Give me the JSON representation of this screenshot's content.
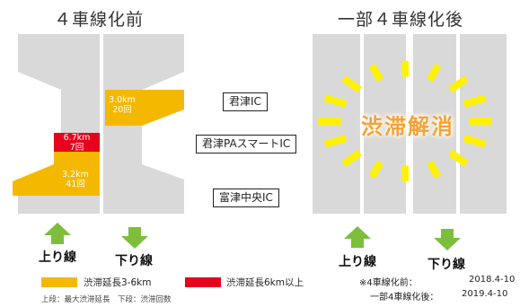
{
  "titles": {
    "before": "４車線化前",
    "after": "一部４車線化後"
  },
  "interchanges": {
    "ic1": "君津IC",
    "ic2": "君津PAスマートIC",
    "ic3": "富津中央IC"
  },
  "jams": {
    "upper_line1": "3.0km",
    "upper_line2": "20回",
    "red_line1": "6.7km",
    "red_line2": "7回",
    "lower_line1": "3.2km",
    "lower_line2": "41回"
  },
  "directions": {
    "left_up": "上り線",
    "left_down": "下り線",
    "right_up": "上り線",
    "right_down": "下り線"
  },
  "solved_text": "渋滞解消",
  "legend": {
    "orange_label": "渋滞延長3-6km",
    "red_label": "渋滞延長6km以上",
    "note_label": "上段：最大渋滞延長　下段：渋滞回数"
  },
  "footnote": {
    "before_label": "※4車線化前：",
    "before_period": "2018.4-10",
    "after_label": "一部4車線化後：",
    "after_period": "2019.4-10"
  },
  "colors": {
    "road": "#d9d9d9",
    "lane_line": "#ffffff",
    "jam_orange": "#f5b800",
    "jam_red": "#e8001c",
    "arrow_green": "#7dbe3c",
    "burst_yellow": "#fff200"
  }
}
